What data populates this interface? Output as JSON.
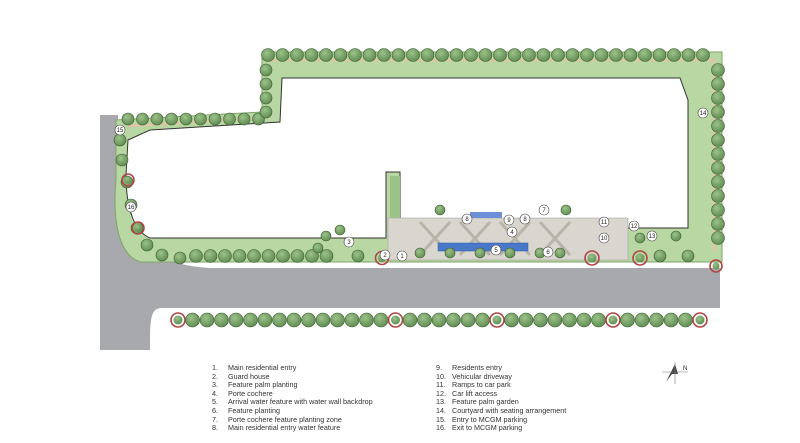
{
  "map": {
    "north_label": "N",
    "markers": [
      "1",
      "2",
      "3",
      "4",
      "5",
      "6",
      "7",
      "8",
      "8",
      "9",
      "10",
      "11",
      "12",
      "13",
      "14",
      "15",
      "16"
    ]
  },
  "legend": {
    "left": [
      {
        "num": "1.",
        "label": "Main residential entry"
      },
      {
        "num": "2.",
        "label": "Guard house"
      },
      {
        "num": "3.",
        "label": "Feature palm planting"
      },
      {
        "num": "4.",
        "label": "Porte cochere"
      },
      {
        "num": "5.",
        "label": "Arrival water feature with water wall backdrop"
      },
      {
        "num": "6.",
        "label": "Feature planting"
      },
      {
        "num": "7.",
        "label": "Porte cochere feature planting zone"
      },
      {
        "num": "8.",
        "label": "Main residential entry water feature"
      }
    ],
    "right": [
      {
        "num": "9.",
        "label": "Residents entry"
      },
      {
        "num": "10.",
        "label": "Vehicular driveway"
      },
      {
        "num": "11.",
        "label": "Ramps to car park"
      },
      {
        "num": "12.",
        "label": "Car lift access"
      },
      {
        "num": "13.",
        "label": "Feature palm garden"
      },
      {
        "num": "14.",
        "label": "Courtyard with seating arrangement"
      },
      {
        "num": "15.",
        "label": "Entry to MCGM parking"
      },
      {
        "num": "16.",
        "label": "Exit to MCGM parking"
      }
    ]
  },
  "colors": {
    "road": "#a7a9ac",
    "planting": "#b9d7a2",
    "tree": "#6f9a5f",
    "tree_outline": "#3e5f33",
    "paving": "#d9d6cf",
    "building": "#ffffff",
    "water": "#4a78c8",
    "path": "#d8c8a8",
    "feature_tree": "#b04545"
  }
}
